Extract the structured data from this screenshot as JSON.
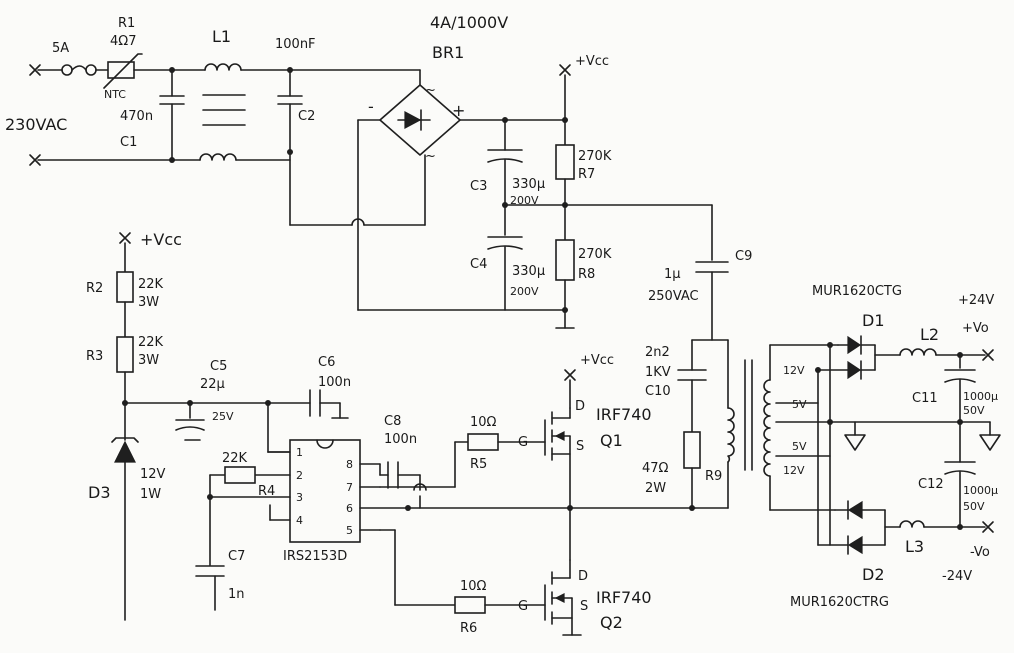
{
  "texts": {
    "fuse_rating": "5A",
    "r1_label": "R1",
    "r1_value": "4Ω7",
    "ntc": "NTC",
    "l1_label": "L1",
    "c1_value": "470n",
    "c1_label": "C1",
    "c2_value": "100nF",
    "c2_label": "C2",
    "mains": "230VAC",
    "br1_rating": "4A/1000V",
    "br1_label": "BR1",
    "br_minus": "-",
    "br_plus": "+",
    "br_ac": "~",
    "vcc_top": "+Vcc",
    "c3_label": "C3",
    "c3_value": "330µ",
    "c3_voltage": "200V",
    "r7_value": "270K",
    "r7_label": "R7",
    "c4_label": "C4",
    "c4_value": "330µ",
    "c4_voltage": "200V",
    "r8_value": "270K",
    "r8_label": "R8",
    "c9_label": "C9",
    "c9_value": "1µ",
    "c9_voltage": "250VAC",
    "vcc_left": "+Vcc",
    "r2_label": "R2",
    "r2_value": "22K",
    "r2_power": "3W",
    "r3_label": "R3",
    "r3_value": "22K",
    "r3_power": "3W",
    "c5_label": "C5",
    "c5_value": "22µ",
    "c5_voltage": "25V",
    "c6_label": "C6",
    "c6_value": "100n",
    "d3_label": "D3",
    "d3_value": "12V",
    "d3_power": "1W",
    "r4_value": "22K",
    "r4_label": "R4",
    "c7_label": "C7",
    "c7_value": "1n",
    "ic_label": "IRS2153D",
    "pin1": "1",
    "pin2": "2",
    "pin3": "3",
    "pin4": "4",
    "pin5": "5",
    "pin6": "6",
    "pin7": "7",
    "pin8": "8",
    "c8_label": "C8",
    "c8_value": "100n",
    "r5_value": "10Ω",
    "r5_label": "R5",
    "r6_value": "10Ω",
    "r6_label": "R6",
    "vcc_q1": "+Vcc",
    "q1_part": "IRF740",
    "q1_label": "Q1",
    "q2_part": "IRF740",
    "q2_label": "Q2",
    "gate": "G",
    "drain": "D",
    "source": "S",
    "c10_value": "2n2",
    "c10_voltage": "1KV",
    "c10_label": "C10",
    "r9_value": "47Ω",
    "r9_power": "2W",
    "r9_label": "R9",
    "tx_12v_a": "12V",
    "tx_5v_a": "5V",
    "tx_5v_b": "5V",
    "tx_12v_b": "12V",
    "d1_part": "MUR1620CTG",
    "d1_label": "D1",
    "d2_part": "MUR1620CTRG",
    "d2_label": "D2",
    "l2_label": "L2",
    "l3_label": "L3",
    "out_pos": "+24V",
    "vo_pos": "+Vo",
    "out_neg": "-24V",
    "vo_neg": "-Vo",
    "c11_label": "C11",
    "c11_value": "1000µ",
    "c11_voltage": "50V",
    "c12_label": "C12",
    "c12_value": "1000µ",
    "c12_voltage": "50V"
  }
}
